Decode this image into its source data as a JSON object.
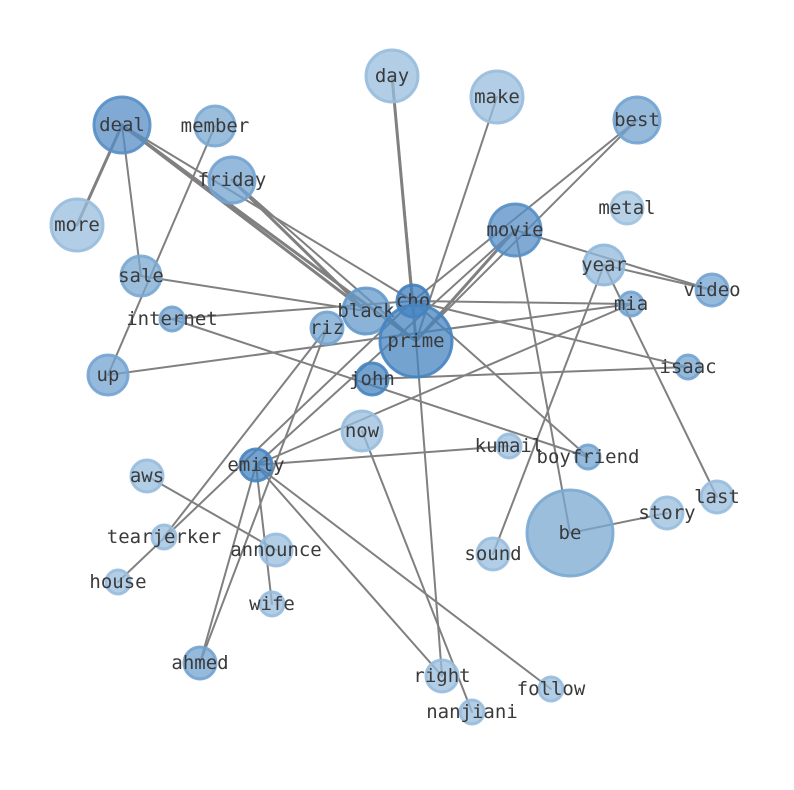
{
  "graph": {
    "nodes": [
      {
        "id": "day",
        "label": "day",
        "shade": 0.25
      },
      {
        "id": "make",
        "label": "make",
        "shade": 0.25
      },
      {
        "id": "deal",
        "label": "deal",
        "shade": 0.7
      },
      {
        "id": "member",
        "label": "member",
        "shade": 0.45
      },
      {
        "id": "best",
        "label": "best",
        "shade": 0.5
      },
      {
        "id": "friday",
        "label": "friday",
        "shade": 0.5
      },
      {
        "id": "metal",
        "label": "metal",
        "shade": 0.2
      },
      {
        "id": "more",
        "label": "more",
        "shade": 0.25
      },
      {
        "id": "movie",
        "label": "movie",
        "shade": 0.7
      },
      {
        "id": "year",
        "label": "year",
        "shade": 0.3
      },
      {
        "id": "sale",
        "label": "sale",
        "shade": 0.45
      },
      {
        "id": "video",
        "label": "video",
        "shade": 0.5
      },
      {
        "id": "cho",
        "label": "cho",
        "shade": 0.85
      },
      {
        "id": "mia",
        "label": "mia",
        "shade": 0.5
      },
      {
        "id": "black",
        "label": "black",
        "shade": 0.6
      },
      {
        "id": "internet",
        "label": "internet",
        "shade": 0.5
      },
      {
        "id": "riz",
        "label": "riz",
        "shade": 0.5
      },
      {
        "id": "prime",
        "label": "prime",
        "shade": 0.8
      },
      {
        "id": "up",
        "label": "up",
        "shade": 0.5
      },
      {
        "id": "isaac",
        "label": "isaac",
        "shade": 0.5
      },
      {
        "id": "john",
        "label": "john",
        "shade": 0.8
      },
      {
        "id": "now",
        "label": "now",
        "shade": 0.25
      },
      {
        "id": "kumail",
        "label": "kumail",
        "shade": 0.25
      },
      {
        "id": "boyfriend",
        "label": "boyfriend",
        "shade": 0.5
      },
      {
        "id": "emily",
        "label": "emily",
        "shade": 0.8
      },
      {
        "id": "aws",
        "label": "aws",
        "shade": 0.25
      },
      {
        "id": "last",
        "label": "last",
        "shade": 0.25
      },
      {
        "id": "story",
        "label": "story",
        "shade": 0.25
      },
      {
        "id": "be",
        "label": "be",
        "shade": 0.45
      },
      {
        "id": "tearjerker",
        "label": "tearjerker",
        "shade": 0.25
      },
      {
        "id": "announce",
        "label": "announce",
        "shade": 0.25
      },
      {
        "id": "sound",
        "label": "sound",
        "shade": 0.25
      },
      {
        "id": "house",
        "label": "house",
        "shade": 0.25
      },
      {
        "id": "wife",
        "label": "wife",
        "shade": 0.25
      },
      {
        "id": "ahmed",
        "label": "ahmed",
        "shade": 0.5
      },
      {
        "id": "right",
        "label": "right",
        "shade": 0.25
      },
      {
        "id": "follow",
        "label": "follow",
        "shade": 0.25
      },
      {
        "id": "nanjiani",
        "label": "nanjiani",
        "shade": 0.25
      }
    ],
    "edges": [
      {
        "source": "deal",
        "target": "more",
        "weight": 3
      },
      {
        "source": "deal",
        "target": "sale",
        "weight": 2
      },
      {
        "source": "deal",
        "target": "black",
        "weight": 3
      },
      {
        "source": "deal",
        "target": "prime",
        "weight": 3
      },
      {
        "source": "deal",
        "target": "cho",
        "weight": 2
      },
      {
        "source": "member",
        "target": "up",
        "weight": 2
      },
      {
        "source": "friday",
        "target": "black",
        "weight": 3
      },
      {
        "source": "friday",
        "target": "prime",
        "weight": 2
      },
      {
        "source": "day",
        "target": "prime",
        "weight": 3
      },
      {
        "source": "day",
        "target": "cho",
        "weight": 2
      },
      {
        "source": "make",
        "target": "prime",
        "weight": 2
      },
      {
        "source": "best",
        "target": "prime",
        "weight": 2
      },
      {
        "source": "best",
        "target": "cho",
        "weight": 2
      },
      {
        "source": "movie",
        "target": "video",
        "weight": 2
      },
      {
        "source": "movie",
        "target": "prime",
        "weight": 3
      },
      {
        "source": "movie",
        "target": "emily",
        "weight": 2
      },
      {
        "source": "movie",
        "target": "be",
        "weight": 2
      },
      {
        "source": "year",
        "target": "video",
        "weight": 2
      },
      {
        "source": "year",
        "target": "sound",
        "weight": 2
      },
      {
        "source": "year",
        "target": "last",
        "weight": 2
      },
      {
        "source": "sale",
        "target": "black",
        "weight": 2
      },
      {
        "source": "internet",
        "target": "cho",
        "weight": 2
      },
      {
        "source": "internet",
        "target": "boyfriend",
        "weight": 2
      },
      {
        "source": "cho",
        "target": "mia",
        "weight": 2
      },
      {
        "source": "cho",
        "target": "isaac",
        "weight": 2
      },
      {
        "source": "cho",
        "target": "boyfriend",
        "weight": 2
      },
      {
        "source": "cho",
        "target": "house",
        "weight": 2
      },
      {
        "source": "cho",
        "target": "right",
        "weight": 2
      },
      {
        "source": "mia",
        "target": "up",
        "weight": 2
      },
      {
        "source": "mia",
        "target": "emily",
        "weight": 2
      },
      {
        "source": "john",
        "target": "isaac",
        "weight": 2
      },
      {
        "source": "riz",
        "target": "ahmed",
        "weight": 2
      },
      {
        "source": "riz",
        "target": "tearjerker",
        "weight": 2
      },
      {
        "source": "emily",
        "target": "kumail",
        "weight": 2
      },
      {
        "source": "emily",
        "target": "wife",
        "weight": 2
      },
      {
        "source": "emily",
        "target": "ahmed",
        "weight": 2
      },
      {
        "source": "emily",
        "target": "right",
        "weight": 2
      },
      {
        "source": "emily",
        "target": "follow",
        "weight": 2
      },
      {
        "source": "aws",
        "target": "announce",
        "weight": 2
      },
      {
        "source": "be",
        "target": "story",
        "weight": 2
      },
      {
        "source": "now",
        "target": "nanjiani",
        "weight": 2
      }
    ]
  }
}
